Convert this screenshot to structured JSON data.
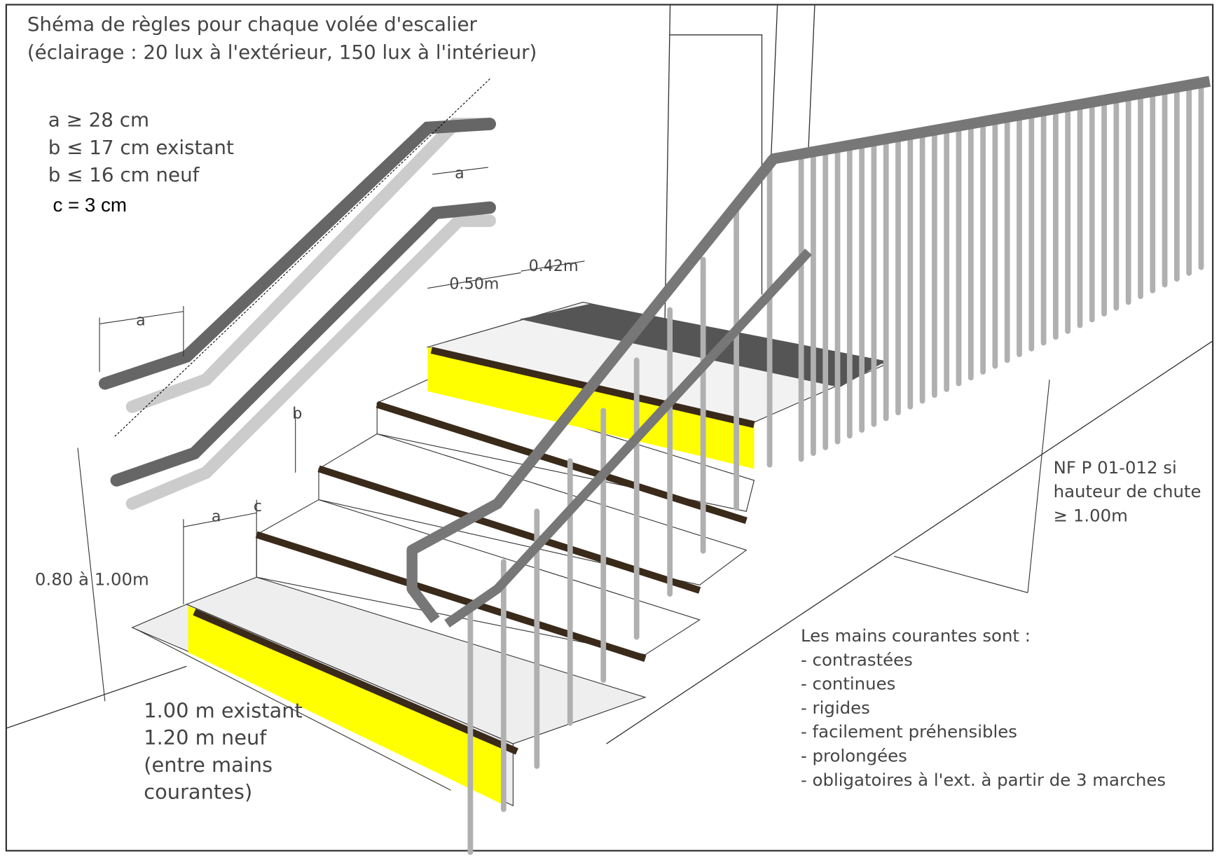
{
  "title": {
    "line1": "Shéma de règles pour chaque volée d'escalier",
    "line2": "(éclairage : 20 lux à l'extérieur, 150 lux à l'intérieur)"
  },
  "rules": {
    "a": "a ≥ 28 cm",
    "b_existing": "b ≤ 17 cm existant",
    "b_new": "b ≤ 16 cm neuf",
    "c": "c = 3 cm"
  },
  "dimensions": {
    "a_label": "a",
    "b_label": "b",
    "c_label": "c",
    "tactile_offset": "0.50m",
    "tactile_depth": "0.42m",
    "handrail_height": "0.80 à 1.00m",
    "width_existing": "1.00 m existant",
    "width_new": "1.20 m neuf",
    "width_note1": "(entre mains",
    "width_note2": "courantes)"
  },
  "guardrail_note": {
    "line1": "NF P 01-012 si",
    "line2": "hauteur de chute",
    "line3": "≥ 1.00m"
  },
  "handrail_list": {
    "heading": "Les mains courantes sont :",
    "items": [
      "- contrastées",
      "- continues",
      "- rigides",
      "- facilement préhensibles",
      "- prolongées",
      "- obligatoires à l'ext. à partir de 3 marches"
    ]
  },
  "colors": {
    "nosing": "#ffff00",
    "strip": "#3a2a1a",
    "rail": "#8a8a8a",
    "baluster": "#b0b0b0"
  }
}
